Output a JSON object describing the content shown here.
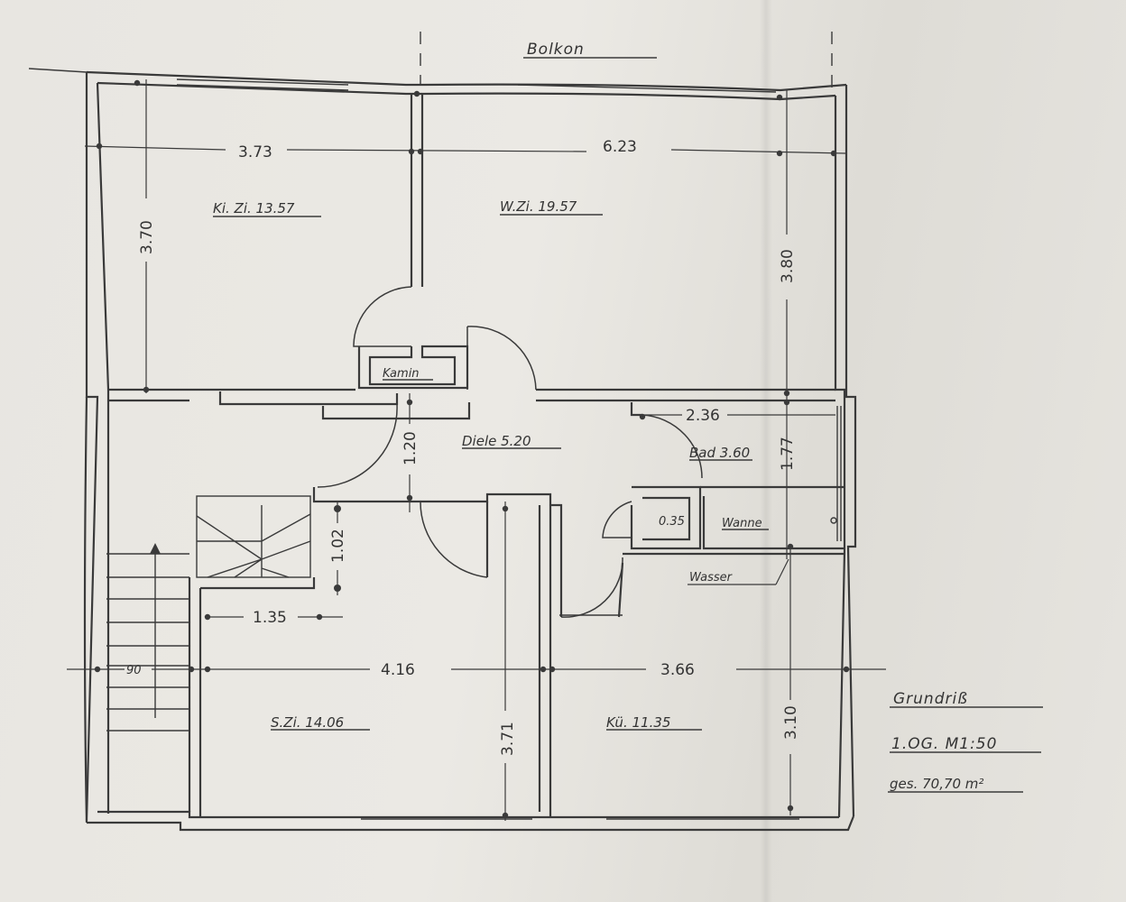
{
  "balcony_label": "Bolkon",
  "rooms": {
    "kids_room": "Ki. Zi. 13.57",
    "living_room": "W.Zi. 19.57",
    "hallway": "Diele 5.20",
    "bathroom": "Bad 3.60",
    "bedroom": "S.Zi. 14.06",
    "kitchen": "Kü. 11.35",
    "fireplace": "Kamin",
    "tub": "Wanne",
    "water": "Wasser",
    "shower": "0.35"
  },
  "dimensions": {
    "kids_width": "3.73",
    "living_width": "6.23",
    "kids_height": "3.70",
    "living_height": "3.80",
    "bath_width": "2.36",
    "bath_height": "1.77",
    "hall_height": "1.20",
    "stair_height": "1.02",
    "stair_width": "1.35",
    "stair_run": "90",
    "bedroom_width": "4.16",
    "kitchen_width": "3.66",
    "bedroom_height": "3.71",
    "kitchen_height": "3.10"
  },
  "title_block": {
    "title": "Grundriß",
    "floor_scale": "1.OG.  M1:50",
    "total_area": "ges. 70,70 m²"
  }
}
